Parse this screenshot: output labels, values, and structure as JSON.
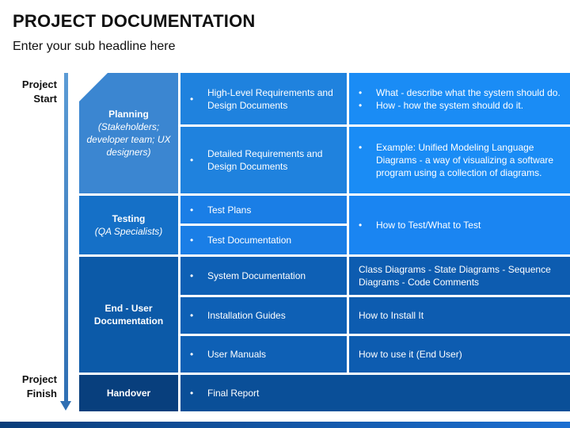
{
  "header": {
    "title": "PROJECT DOCUMENTATION",
    "subtitle": "Enter your sub headline here"
  },
  "timeline": {
    "start_label": "Project Start",
    "finish_label": "Project Finish"
  },
  "bullet": "•",
  "phases": {
    "planning": {
      "name": "Planning",
      "sub": "(Stakeholders; developer team; UX designers)"
    },
    "testing": {
      "name": "Testing",
      "sub": "(QA Specialists)"
    },
    "enduser": {
      "name": "End - User Documentation"
    },
    "handover": {
      "name": "Handover"
    }
  },
  "docs": {
    "planning_1": "High-Level Requirements and Design Documents",
    "planning_2": "Detailed Requirements and Design Documents",
    "testing_1": "Test Plans",
    "testing_2": "Test Documentation",
    "enduser_1": "System Documentation",
    "enduser_2": "Installation Guides",
    "enduser_3": "User Manuals",
    "handover_1": "Final Report"
  },
  "details": {
    "planning_1a": "What - describe what the system should do.",
    "planning_1b": "How - how the system should do it.",
    "planning_2": "Example: Unified Modeling Language Diagrams - a way of visualizing a software program using a collection of diagrams.",
    "testing": "How to Test/What to Test",
    "enduser_1": "Class Diagrams - State Diagrams - Sequence Diagrams - Code Comments",
    "enduser_2": "How to Install It",
    "enduser_3": "How to use it (End User)"
  },
  "colors": {
    "planning": "#3b86d1",
    "testing": "#1570c7",
    "enduser": "#0c5aa8",
    "handover": "#083f7d"
  }
}
